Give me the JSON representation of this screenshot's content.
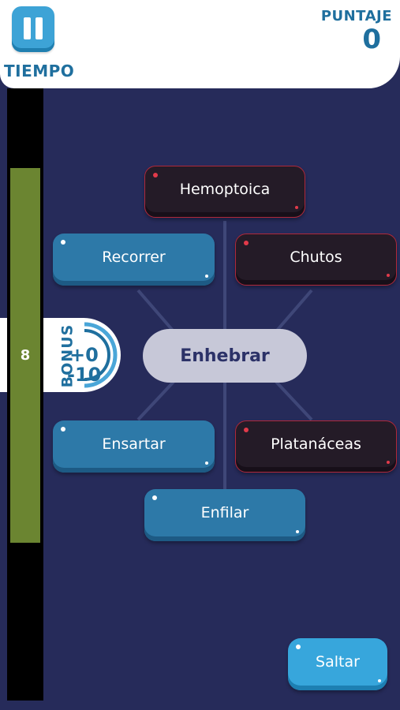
{
  "header": {
    "timer_label": "TIEMPO",
    "score_label": "PUNTAJE",
    "score_value": "0"
  },
  "timer": {
    "seconds": "8",
    "fill_fraction": 0.61
  },
  "bonus": {
    "label": "BONUS",
    "plus": "+0",
    "minus": "-10"
  },
  "center_word": "Enhebrar",
  "options": [
    {
      "text": "Hemoptoica",
      "style": "dark"
    },
    {
      "text": "Recorrer",
      "style": "blue"
    },
    {
      "text": "Chutos",
      "style": "dark"
    },
    {
      "text": "Ensartar",
      "style": "blue"
    },
    {
      "text": "Platanáceas",
      "style": "dark"
    },
    {
      "text": "Enfilar",
      "style": "blue"
    }
  ],
  "skip_label": "Saltar",
  "colors": {
    "background": "#262b5a",
    "blue_option": "#2d79a8",
    "dark_option": "#241b27",
    "dark_option_border": "#b0283a",
    "timer_fill": "#6b8531",
    "accent_text": "#1f6f9e"
  },
  "icons": {
    "pause": "pause-icon"
  }
}
